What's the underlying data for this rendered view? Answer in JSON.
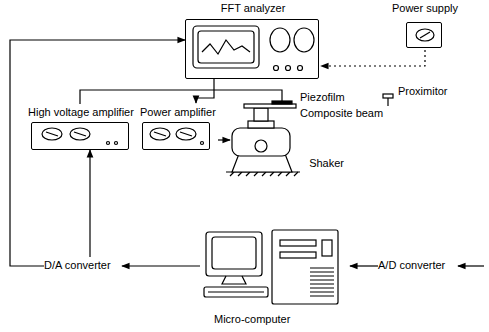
{
  "diagram": {
    "nodes": [
      {
        "text": [
          "FFT analyzer"
        ]
      },
      {
        "text": [
          "Power supply"
        ]
      },
      {
        "text": [
          "High voltage amplifier"
        ]
      },
      {
        "text": [
          "Power amplifier"
        ]
      },
      {
        "text": [
          "Shaker"
        ]
      },
      {
        "text": [
          "D/A converter"
        ]
      },
      {
        "text": [
          "A/D converter"
        ]
      },
      {
        "text": [
          "Micro-computer"
        ]
      }
    ],
    "edges": [
      {
        "from": 7,
        "to": 5,
        "arrow": "to"
      },
      {
        "from": 6,
        "to": 7,
        "arrow": "to"
      },
      {
        "from": 5,
        "to": 0,
        "arrow": "to"
      },
      {
        "from": 5,
        "to": 2,
        "arrow": "to"
      },
      {
        "from": 0,
        "to": 3,
        "arrow": "to"
      },
      {
        "from": 3,
        "to": 4,
        "arrow": "to"
      },
      {
        "from": 1,
        "to": 0,
        "arrow": "to"
      }
    ],
    "labels": [
      "Piezofilm",
      "Proximitor",
      "Composite beam"
    ]
  }
}
